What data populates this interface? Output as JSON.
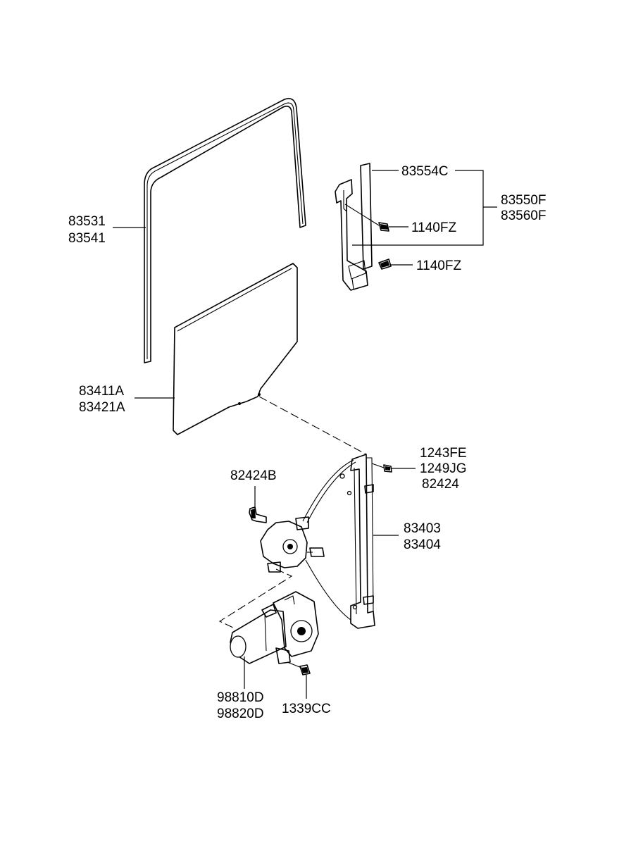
{
  "parts": {
    "weatherstrip": {
      "line1": "83531",
      "line2": "83541"
    },
    "glass": {
      "line1": "83411A",
      "line2": "83421A"
    },
    "guide_channel": {
      "line1": "83554C"
    },
    "guide_assembly": {
      "line1": "83550F",
      "line2": "83560F"
    },
    "bolt_upper": {
      "line1": "1140FZ"
    },
    "bolt_lower": {
      "line1": "1140FZ"
    },
    "regulator_fasteners": {
      "line1": "1243FE",
      "line2": "1249JG",
      "line3": "82424"
    },
    "motor_bolt": {
      "line1": "82424B"
    },
    "regulator": {
      "line1": "83403",
      "line2": "83404"
    },
    "motor": {
      "line1": "98810D",
      "line2": "98820D"
    },
    "nut": {
      "line1": "1339CC"
    }
  }
}
